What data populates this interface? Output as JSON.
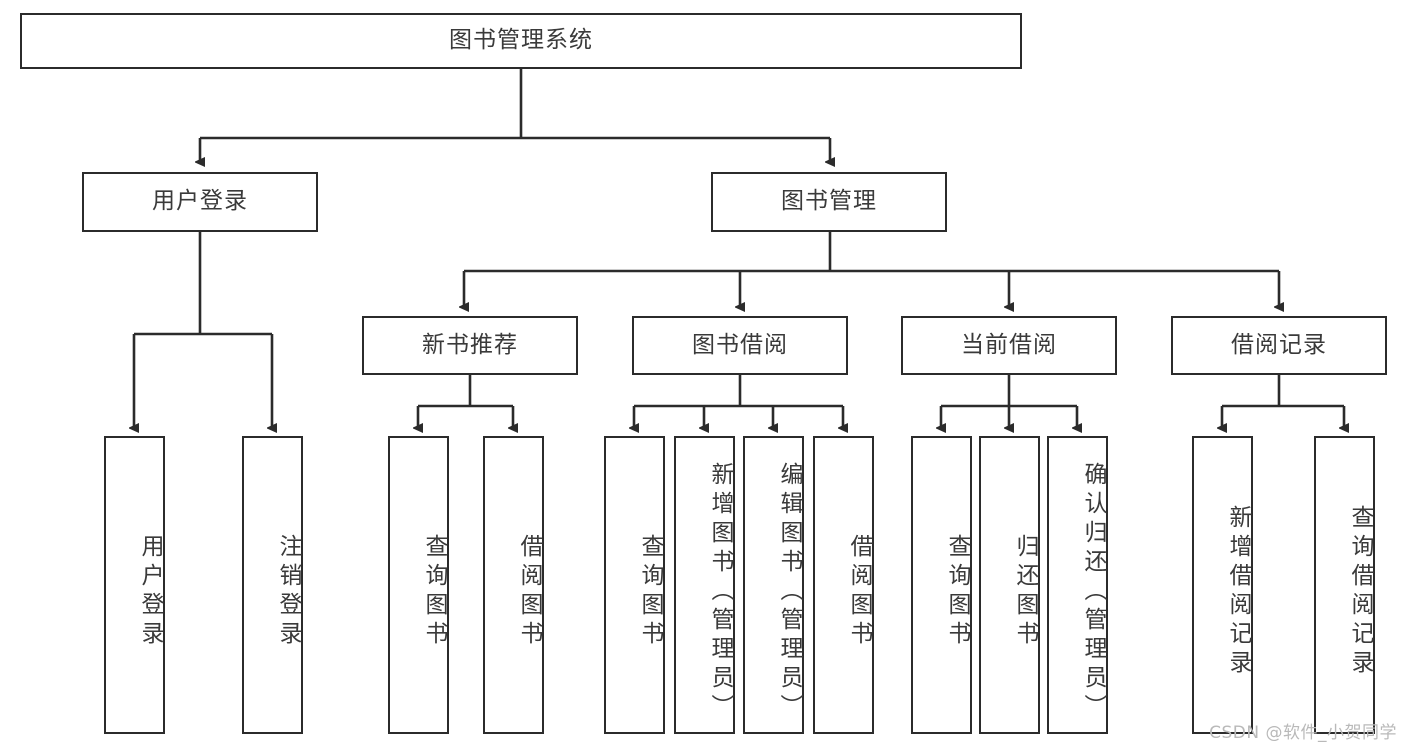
{
  "diagram": {
    "type": "tree",
    "title": "图书管理系统",
    "root": {
      "label": "图书管理系统"
    },
    "level1": [
      {
        "label": "用户登录"
      },
      {
        "label": "图书管理"
      }
    ],
    "level2": [
      {
        "label": "新书推荐"
      },
      {
        "label": "图书借阅"
      },
      {
        "label": "当前借阅"
      },
      {
        "label": "借阅记录"
      }
    ],
    "leaves": {
      "user_login": [
        {
          "label": "用户登录"
        },
        {
          "label": "注销登录"
        }
      ],
      "new_book_recommend": [
        {
          "label": "查询图书"
        },
        {
          "label": "借阅图书"
        }
      ],
      "book_borrow": [
        {
          "label": "查询图书"
        },
        {
          "label": "新增图书（管理员）"
        },
        {
          "label": "编辑图书（管理员）"
        },
        {
          "label": "借阅图书"
        }
      ],
      "current_borrow": [
        {
          "label": "查询图书"
        },
        {
          "label": "归还图书"
        },
        {
          "label": "确认归还（管理员）"
        }
      ],
      "borrow_record": [
        {
          "label": "新增借阅记录"
        },
        {
          "label": "查询借阅记录"
        }
      ]
    }
  },
  "watermark": {
    "text": "CSDN @软件_小贺同学"
  },
  "colors": {
    "stroke": "#2b2b2b",
    "text": "#3a3a3a",
    "background": "#ffffff",
    "watermark": "#b9b9b9"
  }
}
